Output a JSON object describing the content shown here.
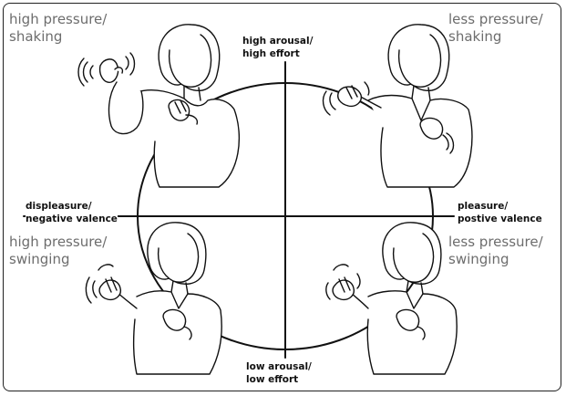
{
  "figure": {
    "quadrants": {
      "top_left": "high pressure/\nshaking",
      "top_right": "less pressure/\nshaking",
      "bottom_left": "high pressure/\nswinging",
      "bottom_right": "less pressure/\nswinging"
    },
    "axes": {
      "top": "high arousal/\nhigh effort",
      "bottom": "low arousal/\nlow effort",
      "left": "displeasure/\nnegative valence",
      "right": "pleasure/\npostive valence"
    },
    "colors": {
      "caption": "#6d6d6d",
      "line": "#111111"
    }
  }
}
